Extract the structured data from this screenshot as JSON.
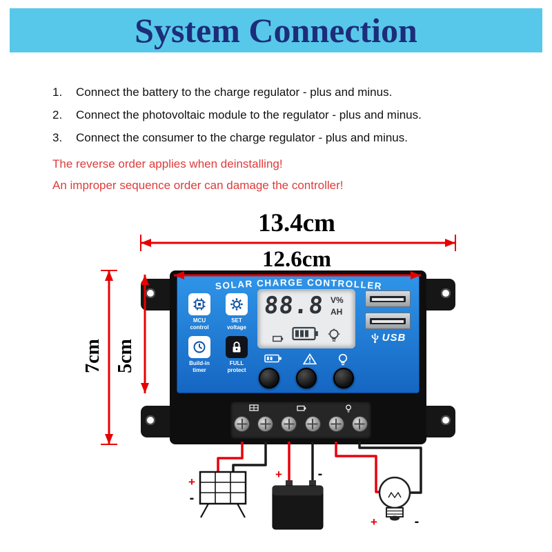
{
  "header": {
    "title": "System Connection"
  },
  "instructions": {
    "items": [
      {
        "num": "1.",
        "text": "Connect the battery to the charge regulator - plus and minus."
      },
      {
        "num": "2.",
        "text": "Connect the photovoltaic module to the regulator - plus and minus."
      },
      {
        "num": "3.",
        "text": "Connect the consumer to the charge regulator - plus and minus."
      }
    ]
  },
  "warnings": {
    "line1": "The reverse order applies when deinstalling!",
    "line2": "An improper sequence order can damage the controller!"
  },
  "dimensions": {
    "outer_width": "13.4cm",
    "inner_width": "12.6cm",
    "outer_height": "7cm",
    "inner_height": "5cm"
  },
  "controller": {
    "panel_title": "SOLAR CHARGE CONTROLLER",
    "feature_buttons": [
      {
        "line1": "MCU",
        "line2": "control"
      },
      {
        "line1": "SET",
        "line2": "voltage"
      },
      {
        "line1": "Build-in",
        "line2": "timer"
      },
      {
        "line1": "FULL",
        "line2": "protect"
      }
    ],
    "lcd": {
      "digits": "88.8",
      "unit_top": "V%",
      "unit_bottom": "AH"
    },
    "usb_label": "USB"
  },
  "wiring": {
    "solar": {
      "plus": "+",
      "minus": "-"
    },
    "battery": {
      "plus": "+",
      "minus": "-"
    },
    "load": {
      "plus": "+",
      "minus": "-"
    }
  },
  "icons": {
    "features": [
      "chip-icon",
      "gear-icon",
      "clock-icon",
      "lock-icon"
    ],
    "status_row": [
      "battery-icon",
      "warning-triangle-icon",
      "lamp-icon"
    ],
    "lcd_row": [
      "small-battery-icon",
      "battery-gauge-icon",
      "lamp-icon"
    ],
    "terminal_pairs": [
      "solar-panel-icon",
      "battery-icon",
      "lamp-icon"
    ],
    "usb": "usb-trident-icon"
  },
  "colors": {
    "banner": "#57c8e9",
    "title": "#1d2d7a",
    "warning": "#e03a3a",
    "dimension": "#e80000",
    "panel_blue": "#1f7fd8",
    "wire_red": "#e8000d",
    "wire_black": "#1a1a1a"
  }
}
